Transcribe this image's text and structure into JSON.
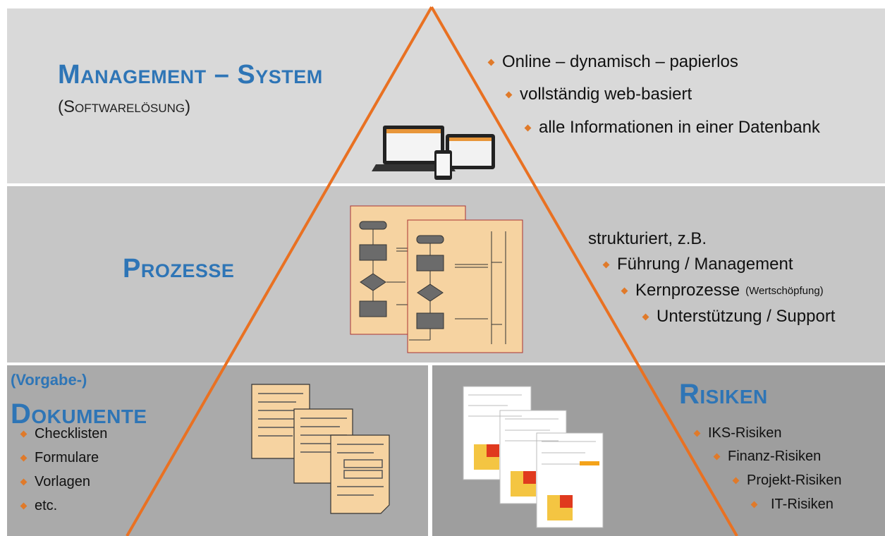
{
  "colors": {
    "accent_orange": "#e97122",
    "title_blue": "#2e75b6",
    "bullet": "#e07a2a"
  },
  "management": {
    "title": "Management – System",
    "subtitle": "(Softwarelösung)",
    "bullets": [
      "Online – dynamisch – papierlos",
      "vollständig web-basiert",
      "alle Informationen in einer Datenbank"
    ],
    "icon": "devices-icon"
  },
  "prozesse": {
    "title": "Prozesse",
    "intro": "strukturiert, z.B.",
    "bullets": [
      {
        "text": "Führung / Management",
        "note": ""
      },
      {
        "text": "Kernprozesse",
        "note": "(Wertschöpfung)"
      },
      {
        "text": "Unterstützung / Support",
        "note": ""
      }
    ],
    "icon": "flowchart-icon"
  },
  "dokumente": {
    "prefix": "(Vorgabe-)",
    "title": "Dokumente",
    "bullets": [
      "Checklisten",
      "Formulare",
      "Vorlagen",
      "etc."
    ],
    "icon": "documents-icon"
  },
  "risiken": {
    "title": "Risiken",
    "bullets": [
      "IKS-Risiken",
      "Finanz-Risiken",
      "Projekt-Risiken",
      "IT-Risiken"
    ],
    "icon": "risk-report-icon"
  }
}
